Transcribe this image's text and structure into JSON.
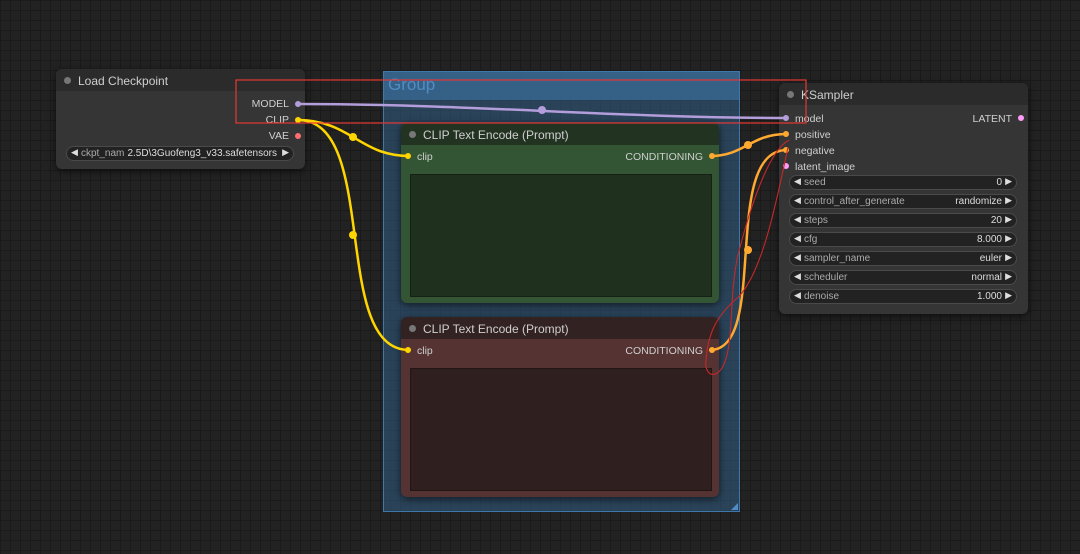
{
  "group": {
    "title": "Group"
  },
  "load_checkpoint": {
    "title": "Load Checkpoint",
    "outputs": [
      "MODEL",
      "CLIP",
      "VAE"
    ],
    "ckpt_name_label": "ckpt_nam",
    "ckpt_name_value": "2.5D\\3Guofeng3_v33.safetensors"
  },
  "clip_positive": {
    "title": "CLIP Text Encode (Prompt)",
    "input": "clip",
    "output": "CONDITIONING"
  },
  "clip_negative": {
    "title": "CLIP Text Encode (Prompt)",
    "input": "clip",
    "output": "CONDITIONING"
  },
  "ksampler": {
    "title": "KSampler",
    "inputs": [
      "model",
      "positive",
      "negative",
      "latent_image"
    ],
    "output": "LATENT",
    "widgets": [
      {
        "label": "seed",
        "value": "0"
      },
      {
        "label": "control_after_generate",
        "value": "randomize"
      },
      {
        "label": "steps",
        "value": "20"
      },
      {
        "label": "cfg",
        "value": "8.000"
      },
      {
        "label": "sampler_name",
        "value": "euler"
      },
      {
        "label": "scheduler",
        "value": "normal"
      },
      {
        "label": "denoise",
        "value": "1.000"
      }
    ]
  },
  "colors": {
    "model": "#b39ddb",
    "clip": "#ffd500",
    "vae": "#ff6e6e",
    "conditioning": "#ffa931",
    "latent": "#ff9cf9",
    "annotation_rect": "#e53935",
    "annotation_scribble": "#c62828"
  }
}
